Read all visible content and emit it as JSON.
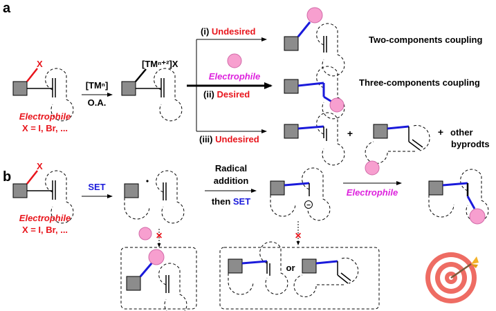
{
  "panels": {
    "a": {
      "label": "a",
      "electrophile_label": "Electrophile",
      "x_def": "X = I, Br, ...",
      "x_atom": "X",
      "tm_reagent": "[TMⁿ]",
      "oa_label": "O.A.",
      "intermediate_label": "[TMⁿ⁺²]X",
      "path_i_num": "(i)",
      "path_i_word": "Undesired",
      "path_ii_num": "(ii)",
      "path_ii_word": "Desired",
      "path_iii_num": "(iii)",
      "path_iii_word": "Undesired",
      "electrophile_reagent": "Electrophile",
      "outcome_two": "Two-components coupling",
      "outcome_three": "Three-components coupling",
      "plus": "+",
      "plus_other": "+",
      "other_line1": "other",
      "other_line2": "byprodts"
    },
    "b": {
      "label": "b",
      "electrophile_label": "Electrophile",
      "x_def": "X = I, Br, ...",
      "x_atom": "X",
      "set_label": "SET",
      "radical_line1": "Radical",
      "radical_line2": "addition",
      "then_word": "then ",
      "then_set": "SET",
      "electrophile_reagent": "Electrophile",
      "or_label": "or",
      "anion_sign": "−",
      "blocked_mark": "×"
    }
  },
  "colors": {
    "red": "#e8141b",
    "blue": "#1a1adb",
    "magenta": "#dd22dd",
    "sphere": "#f79fcf",
    "square": "#8c8c8c",
    "target_red": "#ee6c63"
  }
}
